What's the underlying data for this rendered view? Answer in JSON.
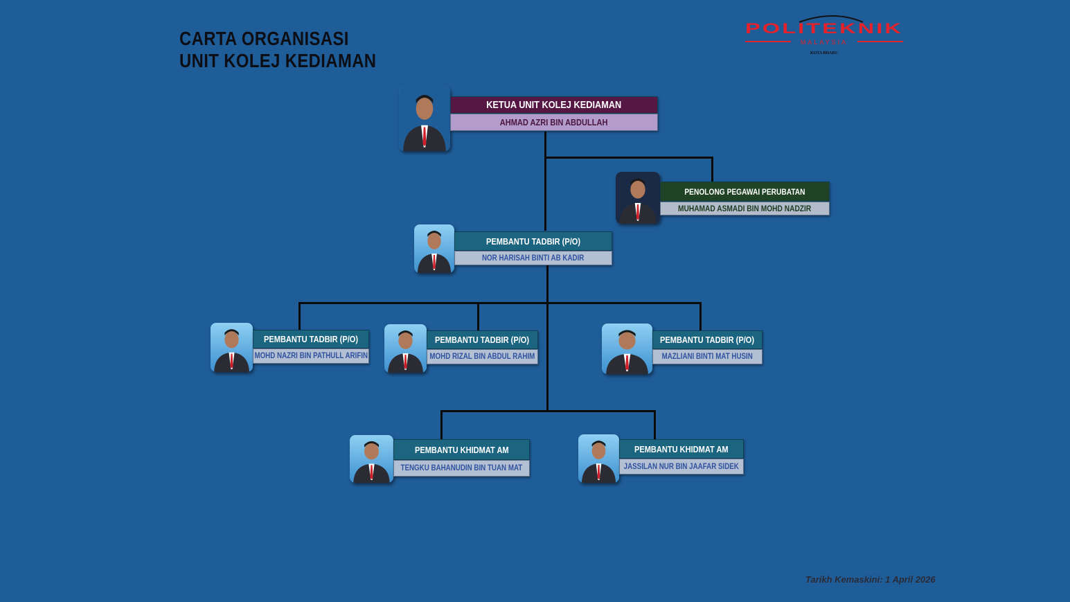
{
  "header": {
    "title_line1": "CARTA ORGANISASI",
    "title_line2": "UNIT KOLEJ KEDIAMAN"
  },
  "logo": {
    "brand": "POLITEKNIK",
    "sub": "MALAYSIA",
    "campus": "KOTA BHARU",
    "color": "#e3222b"
  },
  "nodes": [
    {
      "title": "KETUA UNIT KOLEJ KEDIAMAN",
      "name": "AHMAD AZRI BIN ABDULLAH",
      "title_color": "#561745",
      "name_bg": "#b39ccb",
      "name_color": "#4a1640"
    },
    {
      "title": "PENOLONG PEGAWAI PERUBATAN",
      "name": "MUHAMAD ASMADI BIN MOHD NADZIR",
      "title_color": "#1f4324",
      "name_bg": "#b3bccb",
      "name_color": "#1e3a20"
    },
    {
      "title": "PEMBANTU TADBIR (P/O)",
      "name": "NOR HARISAH BINTI AB KADIR",
      "title_color": "#1c6580"
    },
    {
      "title": "PEMBANTU TADBIR (P/O)",
      "name": "MOHD NAZRI BIN PATHULL ARIFIN",
      "title_color": "#1c6580"
    },
    {
      "title": "PEMBANTU TADBIR (P/O)",
      "name": "MOHD RIZAL BIN ABDUL RAHIM",
      "title_color": "#1c6580"
    },
    {
      "title": "PEMBANTU TADBIR (P/O)",
      "name": "MAZLIANI BINTI MAT HUSIN",
      "title_color": "#1c6580"
    },
    {
      "title": "PEMBANTU KHIDMAT AM",
      "name": "TENGKU BAHANUDIN BIN TUAN MAT",
      "title_color": "#1c6580"
    },
    {
      "title": "PEMBANTU KHIDMAT AM",
      "name": "JASSILAN NUR BIN JAAFAR SIDEK",
      "title_color": "#1c6580"
    }
  ],
  "footer": {
    "updated": "Tarikh Kemaskini: 1 April 2026"
  }
}
